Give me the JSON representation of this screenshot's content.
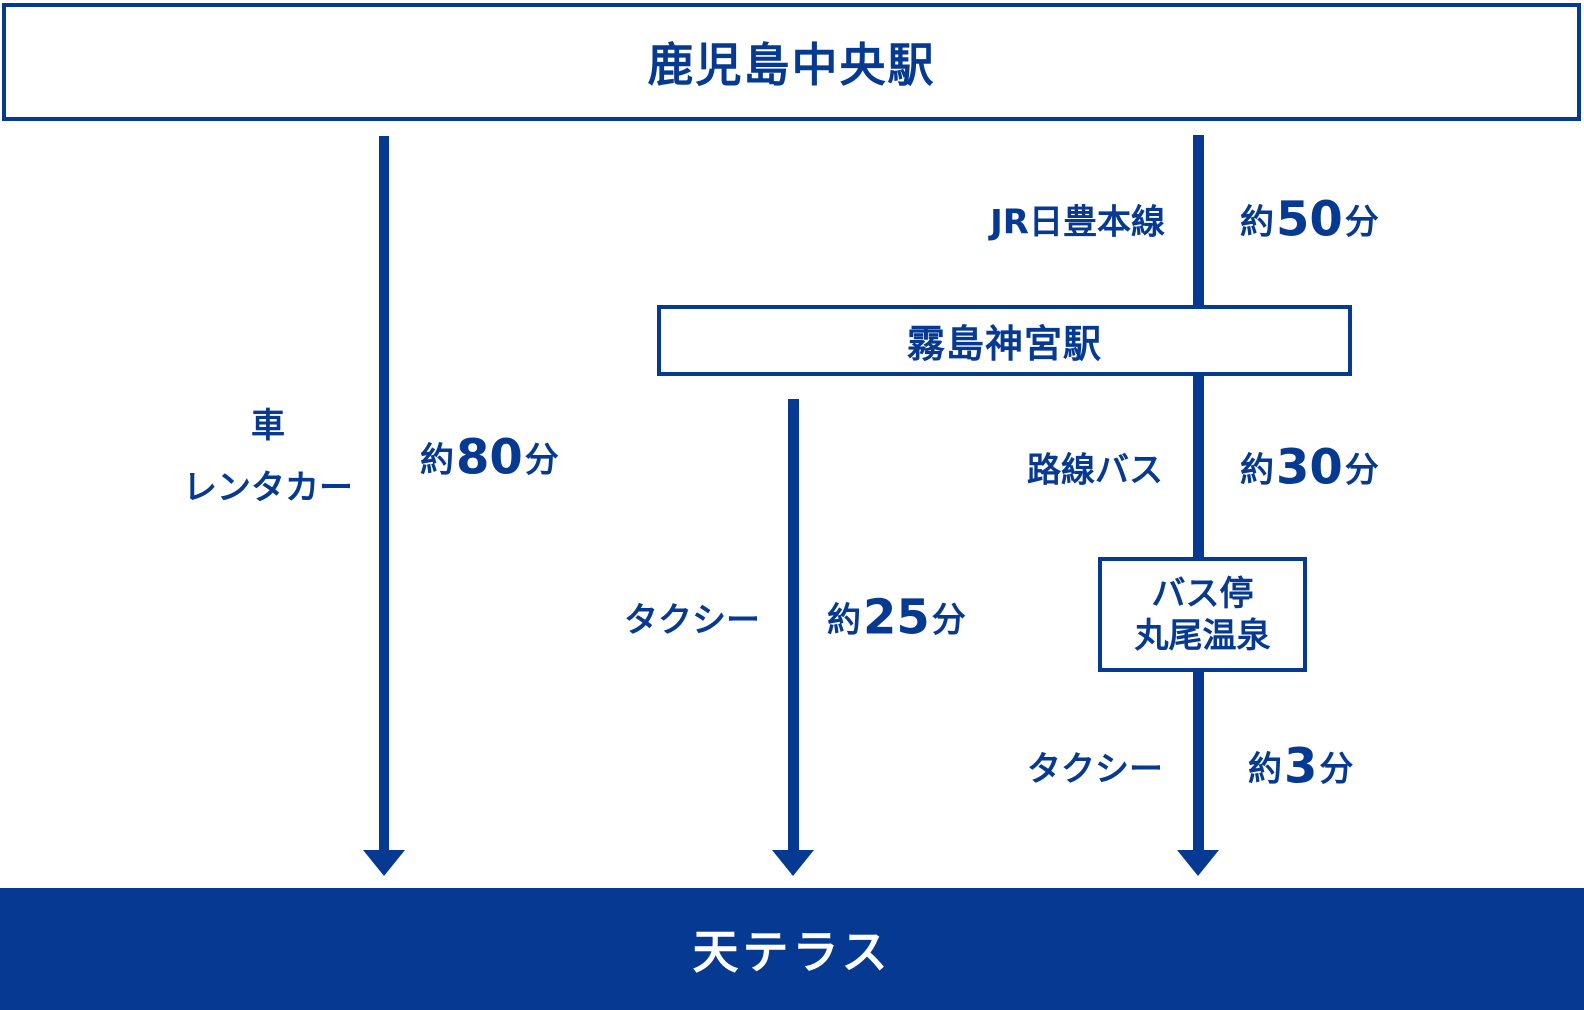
{
  "palette": {
    "primary_blue": "#063a92",
    "background_white": "#ffffff",
    "destination_text_white": "#ffffff"
  },
  "origin": {
    "label": "鹿児島中央駅"
  },
  "destination": {
    "label": "天テラス"
  },
  "waypoints": {
    "kirishima_jingu_station": {
      "label": "霧島神宮駅"
    },
    "maruo_onsen_bus_stop": {
      "line1": "バス停",
      "line2": "丸尾温泉"
    }
  },
  "routes": {
    "car": {
      "method_line1": "車",
      "method_line2": "レンタカー",
      "duration_prefix": "約",
      "duration_value": "80",
      "duration_suffix": "分"
    },
    "train": {
      "method": "JR日豊本線",
      "duration_prefix": "約",
      "duration_value": "50",
      "duration_suffix": "分"
    },
    "local_bus": {
      "method": "路線バス",
      "duration_prefix": "約",
      "duration_value": "30",
      "duration_suffix": "分"
    },
    "taxi_from_kirishima_jingu": {
      "method": "タクシー",
      "duration_prefix": "約",
      "duration_value": "25",
      "duration_suffix": "分"
    },
    "taxi_from_bus_stop": {
      "method": "タクシー",
      "duration_prefix": "約",
      "duration_value": "3",
      "duration_suffix": "分"
    }
  }
}
